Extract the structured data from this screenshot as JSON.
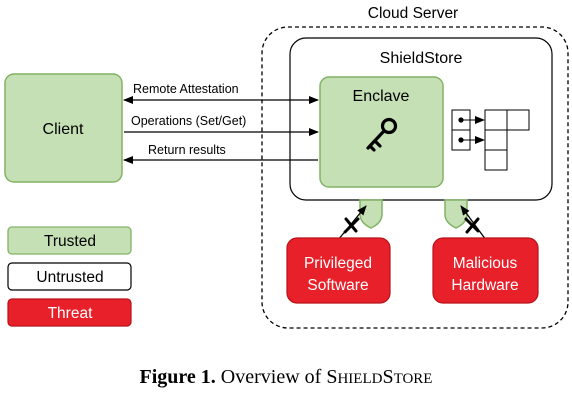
{
  "colors": {
    "trusted": "#c5e0b4",
    "trusted_border": "#82b366",
    "threat": "#e8202a",
    "threat_border": "#b8121a",
    "untrusted": "#ffffff",
    "line": "#000000"
  },
  "cloud_server": {
    "label": "Cloud Server"
  },
  "shieldstore": {
    "label": "ShieldStore"
  },
  "enclave": {
    "label": "Enclave",
    "icon": "key-icon"
  },
  "client": {
    "label": "Client"
  },
  "arrows": {
    "remote_attestation": "Remote Attestation",
    "operations": "Operations (Set/Get)",
    "return_results": "Return results"
  },
  "threats": {
    "privileged": {
      "line1": "Privileged",
      "line2": "Software"
    },
    "malicious": {
      "line1": "Malicious",
      "line2": "Hardware"
    }
  },
  "legend": {
    "trusted": "Trusted",
    "untrusted": "Untrusted",
    "threat": "Threat"
  },
  "caption": {
    "figure": "Figure 1.",
    "text": "Overview of",
    "name_big1": "S",
    "name_small1": "HIELD",
    "name_big2": "S",
    "name_small2": "TORE"
  }
}
